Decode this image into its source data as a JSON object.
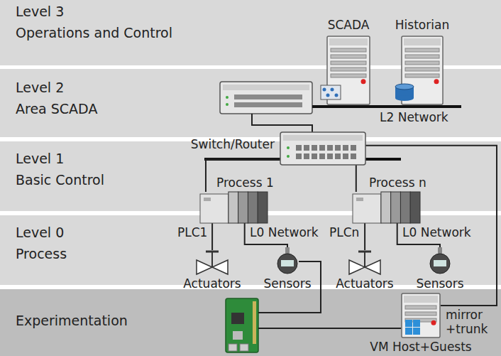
{
  "diagram": {
    "nodes": [
      {
        "text": [
          "Level 3",
          "Operations and Control"
        ]
      },
      {
        "text": [
          "Level 2",
          "Area SCADA"
        ]
      },
      {
        "text": [
          "Level 1",
          "Basic Control"
        ]
      },
      {
        "text": [
          "Level 0",
          "Process"
        ]
      },
      {
        "text": [
          "Experimentation"
        ]
      },
      {
        "text": [
          "SCADA"
        ]
      },
      {
        "text": [
          "Historian"
        ]
      },
      {
        "text": [
          "Switch/Router"
        ]
      },
      {
        "text": [
          "Process 1",
          "PLC1"
        ]
      },
      {
        "text": [
          "Process n",
          "PLCn"
        ]
      },
      {
        "text": [
          "Actuators"
        ]
      },
      {
        "text": [
          "Sensors"
        ]
      },
      {
        "text": [
          "Actuators"
        ]
      },
      {
        "text": [
          "Sensors"
        ]
      },
      {
        "text": [
          "VM Host+Guests"
        ]
      }
    ],
    "edges": [
      {
        "from": 7,
        "to": 8,
        "arrow": "none"
      },
      {
        "from": 7,
        "to": 9,
        "arrow": "none"
      },
      {
        "from": 8,
        "to": 10,
        "arrow": "none"
      },
      {
        "from": 8,
        "to": 11,
        "arrow": "none"
      },
      {
        "from": 9,
        "to": 12,
        "arrow": "none"
      },
      {
        "from": 9,
        "to": 13,
        "arrow": "none"
      },
      {
        "from": 7,
        "to": 14,
        "arrow": "none"
      }
    ],
    "labels": [
      "L2 Network",
      "L0 Network",
      "L0 Network",
      "mirror +trunk"
    ]
  }
}
